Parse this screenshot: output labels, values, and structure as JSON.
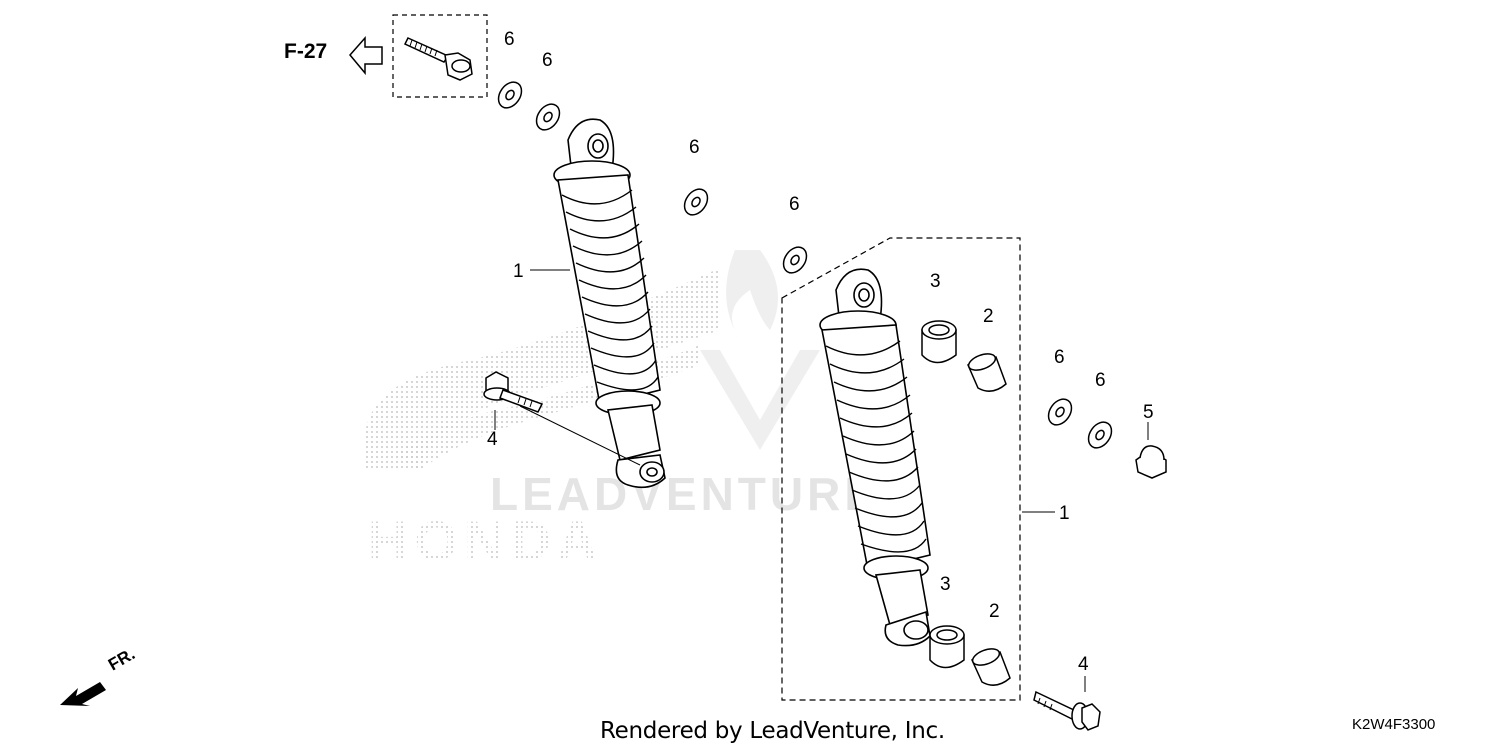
{
  "reference": {
    "label": "F-27"
  },
  "direction": {
    "label": "FR."
  },
  "callouts": [
    {
      "text": "1"
    },
    {
      "text": "1"
    },
    {
      "text": "2"
    },
    {
      "text": "2"
    },
    {
      "text": "3"
    },
    {
      "text": "3"
    },
    {
      "text": "4"
    },
    {
      "text": "4"
    },
    {
      "text": "5"
    },
    {
      "text": "6"
    },
    {
      "text": "6"
    },
    {
      "text": "6"
    },
    {
      "text": "6"
    },
    {
      "text": "6"
    },
    {
      "text": "6"
    }
  ],
  "watermarks": {
    "brand": "HONDA",
    "renderer": "LEADVENTURE"
  },
  "footer": {
    "credit": "Rendered by LeadVenture, Inc.",
    "diagram_code": "K2W4F3300"
  },
  "colors": {
    "line": "#000000",
    "watermark": "#d8d8d8",
    "background": "#ffffff"
  }
}
